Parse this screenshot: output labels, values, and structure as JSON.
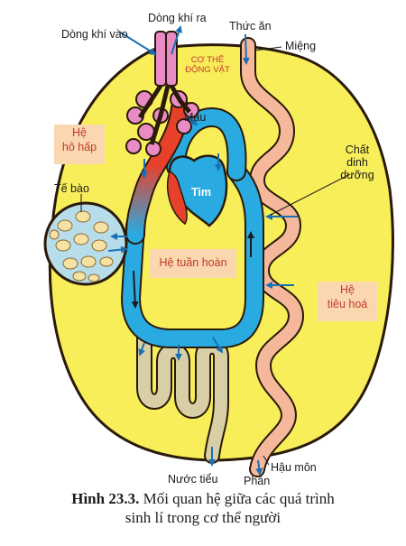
{
  "diagram": {
    "labels": {
      "air_in": "Dòng khí vào",
      "air_out": "Dòng khí ra",
      "food": "Thức ăn",
      "mouth": "Miệng",
      "body_line1": "CƠ THỂ",
      "body_line2": "ĐỘNG VẬT",
      "blood": "Máu",
      "respiratory_line1": "Hệ",
      "respiratory_line2": "hô hấp",
      "nutrients_line1": "Chất",
      "nutrients_line2": "dinh",
      "nutrients_line3": "dưỡng",
      "cell": "Tế bào",
      "heart": "Tim",
      "circulatory": "Hệ tuần hoàn",
      "digestive_line1": "Hệ",
      "digestive_line2": "tiêu hoá",
      "urine": "Nước tiểu",
      "feces": "Phân",
      "anus": "Hậu môn"
    },
    "colors": {
      "body": "#f8ee5a",
      "outline": "#2a1a0a",
      "blood_vessel": "#29abe2",
      "artery": "#e8412b",
      "lung": "#e98bc4",
      "gut": "#f6b89a",
      "kidney": "#d9cfa6",
      "label_box": "#fbd7b0",
      "arrow": "#1a6fb3"
    }
  },
  "caption": {
    "figure_number": "Hình 23.3.",
    "text_line1": "Mối quan hệ giữa các quá trình",
    "text_line2": "sinh lí trong cơ thể người"
  }
}
